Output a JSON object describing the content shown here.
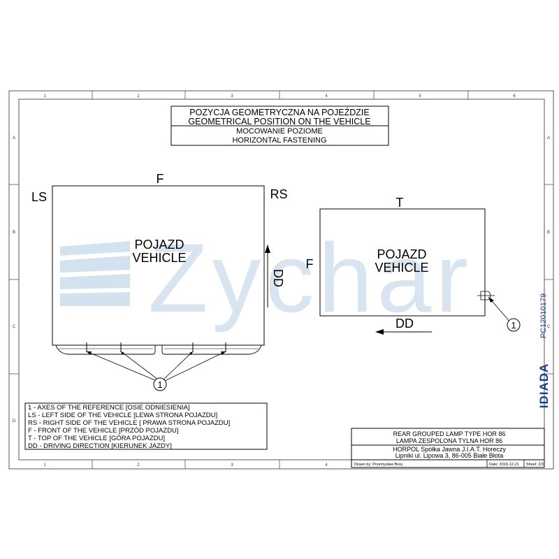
{
  "grid": {
    "columns": [
      "1",
      "2",
      "3",
      "4",
      "5",
      "6"
    ],
    "rows": [
      "A",
      "B",
      "C",
      "D"
    ],
    "bottom_columns": [
      "1",
      "2",
      "3",
      "4"
    ]
  },
  "header": {
    "line1": "POZYCJA GEOMETRYCZNA NA POJEŹDZIE",
    "line2": "GEOMETRICAL POSITION ON THE VEHICLE",
    "line3": "MOCOWANIE POZIOME",
    "line4": "HORIZONTAL FASTENING"
  },
  "left_view": {
    "front_label": "F",
    "left_side_label": "LS",
    "right_side_label": "RS",
    "vehicle_line1": "POJAZD",
    "vehicle_line2": "VEHICLE",
    "direction_label": "DD",
    "callout": "1"
  },
  "right_view": {
    "top_label": "T",
    "front_label": "F",
    "vehicle_line1": "POJAZD",
    "vehicle_line2": "VEHICLE",
    "direction_label": "DD",
    "callout": "1"
  },
  "watermark": {
    "text": "Zychar",
    "color": "#a9c6df"
  },
  "legend": [
    "1 - AXES OF THE REFERENCE [OSIE ODNIESIENIA]",
    "LS - LEFT SIDE OF THE VEHICLE [LEWA STRONA POJAZDU]",
    "RS - RIGHT SIDE OF THE VEHICLE [ PRAWA STRONA POJAZDU]",
    "F - FRONT OF THE VEHICLE [PRZÓD POJAZDU]",
    "T - TOP OF THE VEHICLE [GÓRA POJAZDU]",
    "DD - DRIVING DIRECTION [KIERUNEK JAZDY]"
  ],
  "title_block": {
    "product_line1": "REAR GROUPED LAMP TYPE HOR 86",
    "product_line2": "LAMPA ZESPOLONA TYLNA HOR 86",
    "company_line1": "HORPOL Spółka Jawna   J.I.A.T. Horeczy",
    "company_line2": "Lipniki ul. Lipowa 3, 86-005 Białe Błota",
    "drawn_by": "Drawn by:  Przemysław Bosy",
    "date": "Date:  2016-12-21",
    "sheet": "Sheet:  2/3"
  },
  "side_code": "PC12010179",
  "brand": "IDIADA"
}
